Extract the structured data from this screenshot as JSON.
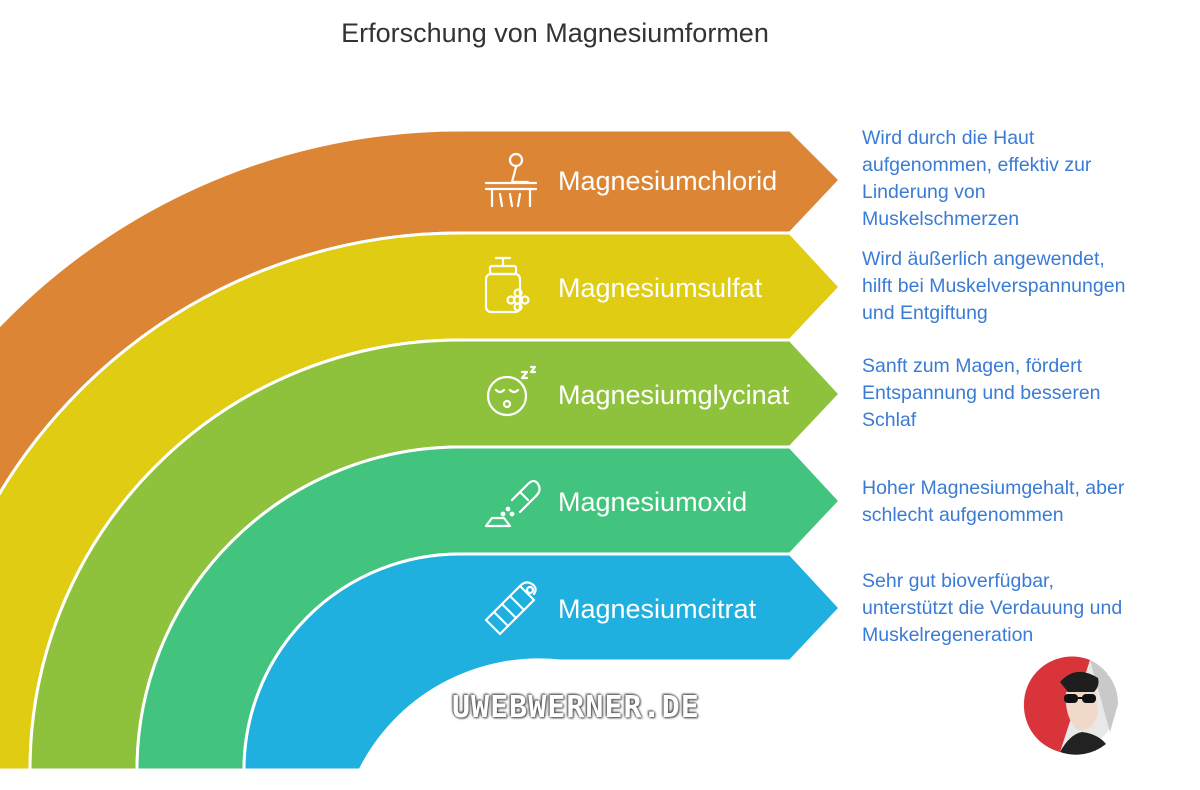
{
  "title": "Erforschung von Magnesiumformen",
  "bands": [
    {
      "label": "Magnesiumchlorid",
      "color": "#dc8535",
      "icon": "person-at-desk-icon",
      "description": [
        "Wird durch die Haut",
        "aufgenommen, effektiv zur",
        "Linderung von",
        "Muskelschmerzen"
      ]
    },
    {
      "label": "Magnesiumsulfat",
      "color": "#e0cc13",
      "icon": "lotion-bottle-icon",
      "description": [
        "Wird äußerlich angewendet,",
        "hilft bei Muskelverspannungen",
        "und Entgiftung"
      ]
    },
    {
      "label": "Magnesiumglycinat",
      "color": "#8fc23c",
      "icon": "sleeping-face-icon",
      "description": [
        "Sanft zum Magen, fördert",
        "Entspannung und besseren",
        "Schlaf"
      ]
    },
    {
      "label": "Magnesiumoxid",
      "color": "#43c47e",
      "icon": "powder-capsule-icon",
      "description": [
        "Hoher Magnesiumgehalt, aber",
        "schlecht aufgenommen"
      ]
    },
    {
      "label": "Magnesiumcitrat",
      "color": "#1fb0e0",
      "icon": "wrap-roll-icon",
      "description": [
        "Sehr gut bioverfügbar,",
        "unterstützt die Verdauung und",
        "Muskelregeneration"
      ]
    }
  ],
  "watermark": "UWEBWERNER.DE",
  "description_color": "#3a7bd5"
}
